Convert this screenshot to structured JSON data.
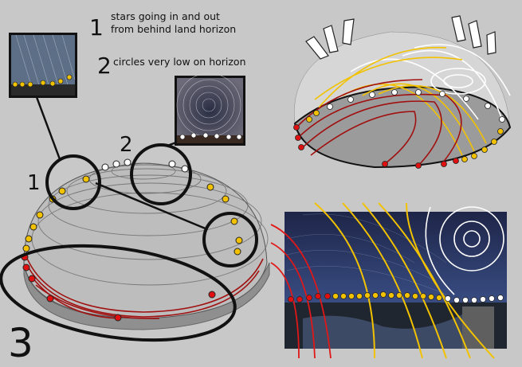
{
  "annotations": {
    "item1_number": "1",
    "item1_text_line1": "stars going in and out",
    "item1_text_line2": "from behind land horizon",
    "item2_number": "2",
    "item2_text": "circles very low on horizon",
    "label_1": "1",
    "label_2": "2",
    "label_3": "3"
  },
  "colors": {
    "background": "#c8c8c8",
    "dome_fill": "#bdbdbd",
    "dome_shadow": "#8f8f8f",
    "white_trail": "#ffffff",
    "yellow_trail": "#f2c200",
    "red_trail": "#a01010",
    "red_dot": "#e01010",
    "yellow_dot": "#f2c200",
    "sky_photo": "#2a3560"
  }
}
